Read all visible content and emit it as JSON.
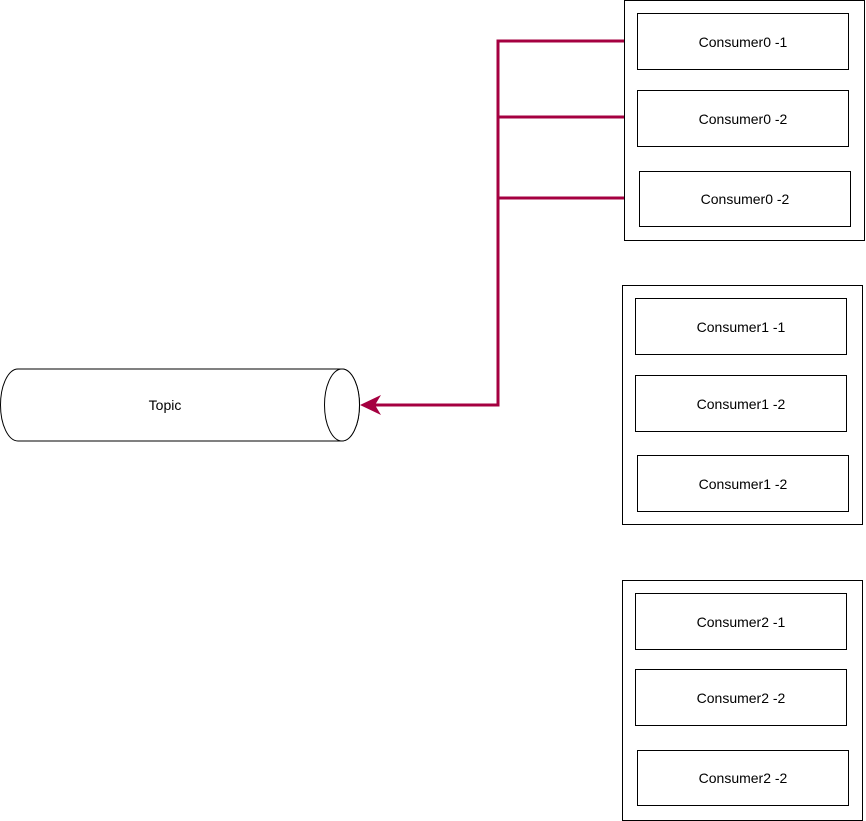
{
  "topic": {
    "label": "Topic"
  },
  "connector_color": "#A50040",
  "groups": [
    {
      "consumers": [
        {
          "label": "Consumer0 -1"
        },
        {
          "label": "Consumer0 -2"
        },
        {
          "label": "Consumer0 -2"
        }
      ]
    },
    {
      "consumers": [
        {
          "label": "Consumer1 -1"
        },
        {
          "label": "Consumer1 -2"
        },
        {
          "label": "Consumer1 -2"
        }
      ]
    },
    {
      "consumers": [
        {
          "label": "Consumer2 -1"
        },
        {
          "label": "Consumer2 -2"
        },
        {
          "label": "Consumer2 -2"
        }
      ]
    }
  ]
}
